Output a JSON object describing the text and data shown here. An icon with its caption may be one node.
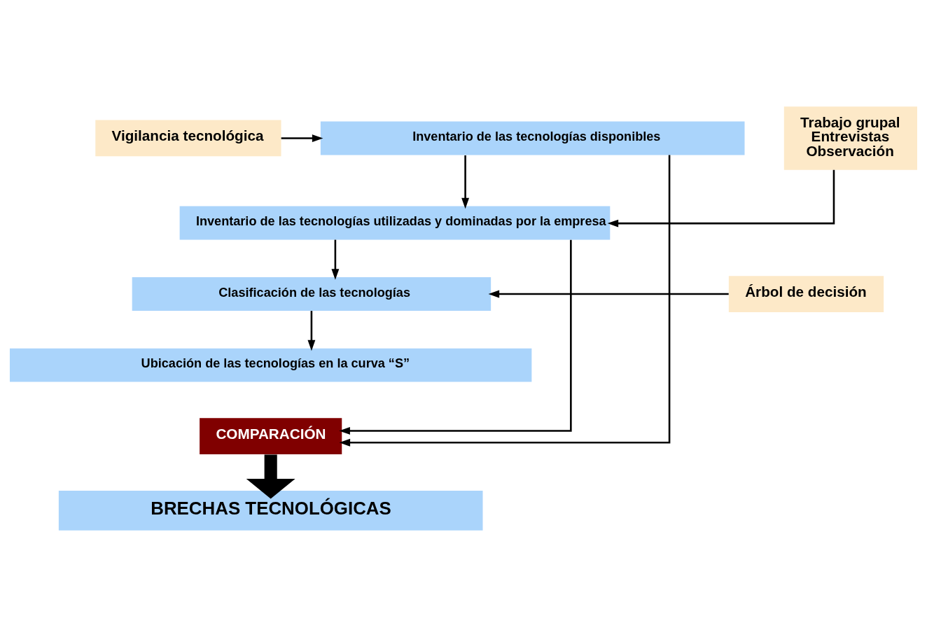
{
  "diagram": {
    "nodes": [
      {
        "text": [
          "Vigilancia tecnológica"
        ]
      },
      {
        "text": [
          "Inventario de las tecnologías disponibles"
        ]
      },
      {
        "text": [
          "Trabajo grupal",
          "Entrevistas",
          "Observación"
        ]
      },
      {
        "text": [
          "Inventario de las tecnologías utilizadas y dominadas por la empresa"
        ]
      },
      {
        "text": [
          "Clasificación de las tecnologías"
        ]
      },
      {
        "text": [
          "Árbol de decisión"
        ]
      },
      {
        "text": [
          "Ubicación de las tecnologías en la curva “S”"
        ]
      },
      {
        "text": [
          "COMPARACIÓN"
        ]
      },
      {
        "text": [
          "BRECHAS TECNOLÓGICAS"
        ]
      }
    ],
    "edges": [
      {
        "from": 0,
        "to": 1,
        "arrow": "to"
      },
      {
        "from": 1,
        "to": 3,
        "arrow": "to"
      },
      {
        "from": 2,
        "to": 3,
        "arrow": "to"
      },
      {
        "from": 3,
        "to": 4,
        "arrow": "to"
      },
      {
        "from": 5,
        "to": 4,
        "arrow": "to"
      },
      {
        "from": 4,
        "to": 6,
        "arrow": "to"
      },
      {
        "from": 1,
        "to": 7,
        "arrow": "to"
      },
      {
        "from": 3,
        "to": 7,
        "arrow": "to"
      },
      {
        "from": 7,
        "to": 8,
        "arrow": "to",
        "style": "thick"
      }
    ]
  }
}
